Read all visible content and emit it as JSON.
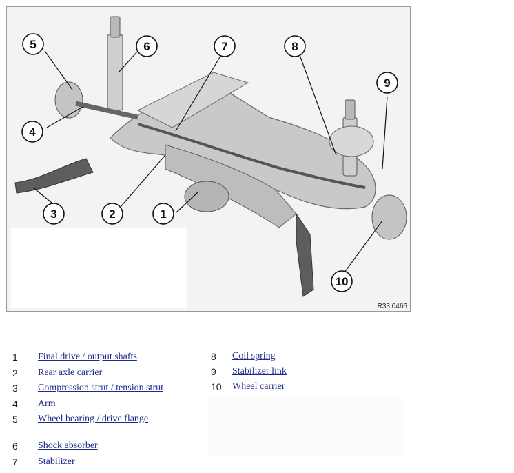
{
  "figure": {
    "code": "R33 0466",
    "callouts": [
      "1",
      "2",
      "3",
      "4",
      "5",
      "6",
      "7",
      "8",
      "9",
      "10"
    ]
  },
  "legend": [
    {
      "num": "1",
      "label": "Final drive / output shafts"
    },
    {
      "num": "2",
      "label": "Rear axle carrier"
    },
    {
      "num": "3",
      "label": "Compression strut / tension strut"
    },
    {
      "num": "4",
      "label": "Arm"
    },
    {
      "num": "5",
      "label": "Wheel bearing / drive flange"
    },
    {
      "num": "6",
      "label": "Shock absorber"
    },
    {
      "num": "7",
      "label": "Stabilizer"
    },
    {
      "num": "8",
      "label": "Coil spring"
    },
    {
      "num": "9",
      "label": "Stabilizer link"
    },
    {
      "num": "10",
      "label": "Wheel carrier"
    }
  ]
}
